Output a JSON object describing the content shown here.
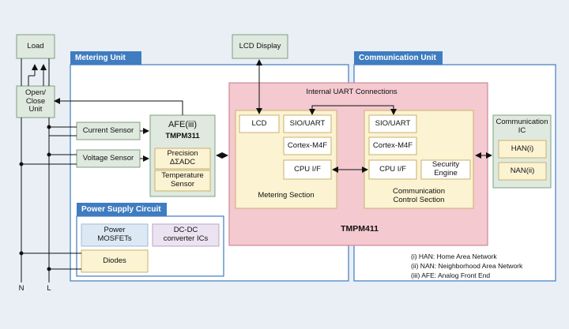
{
  "colors": {
    "background": "#e9eff5",
    "unit_header": "#3f7cc0",
    "unit_border": "#3f7cc0",
    "green_fill": "#dfe9df",
    "green_border": "#7fa07f",
    "pink_fill": "#f4c9cf",
    "pink_border": "#cc8a94",
    "tan_fill": "#fbf3d2",
    "tan_border": "#c8b26e",
    "blue_fill": "#dce9f5",
    "lavender_fill": "#ece3f1"
  },
  "blocks": {
    "load": "Load",
    "open_close": "Open/\nClose\nUnit",
    "lcd_display": "LCD Display",
    "metering_unit": "Metering Unit",
    "communication_unit": "Communication Unit",
    "current_sensor": "Current Sensor",
    "voltage_sensor": "Voltage Sensor",
    "afe_title": "AFE(iii)",
    "afe_chip": "TMPM311",
    "precision_adc": "Precision\nΔΣADC",
    "temp_sensor": "Temperature\nSensor",
    "internal_uart": "Internal UART Connections",
    "lcd": "LCD",
    "sio_uart_m": "SIO/UART",
    "cortex_m": "Cortex-M4F",
    "cpu_if_m": "CPU I/F",
    "metering_section": "Metering Section",
    "sio_uart_c": "SIO/UART",
    "cortex_c": "Cortex-M4F",
    "cpu_if_c": "CPU I/F",
    "security_engine": "Security\nEngine",
    "comm_control_section": "Communication\nControl Section",
    "tmpm411": "TMPM411",
    "comm_ic": "Communication\nIC",
    "han": "HAN(i)",
    "nan": "NAN(ii)",
    "power_supply": "Power Supply Circuit",
    "power_mosfets": "Power\nMOSFETs",
    "dcdc": "DC-DC\nconverter ICs",
    "diodes": "Diodes",
    "n": "N",
    "l": "L"
  },
  "notes": [
    "(i) HAN: Home Area Network",
    "(ii) NAN: Neighborhood Area Network",
    "(iii) AFE: Analog Front End"
  ]
}
